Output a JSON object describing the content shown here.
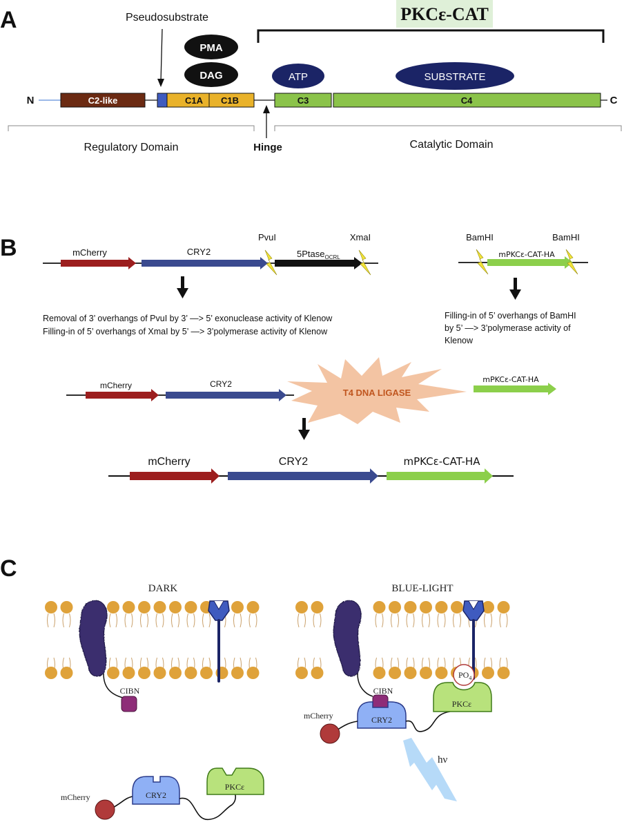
{
  "panel_a": {
    "panel_label": "A",
    "cat_title": "PKCε-CAT",
    "pseudosubstrate": "Pseudosubstrate",
    "n_term": "N",
    "c_term": "C",
    "pma": "PMA",
    "dag": "DAG",
    "atp": "ATP",
    "substrate": "SUBSTRATE",
    "c2like": "C2-like",
    "c1a": "C1A",
    "c1b": "C1B",
    "c3": "C3",
    "c4": "C4",
    "regulatory": "Regulatory Domain",
    "hinge": "Hinge",
    "catalytic": "Catalytic Domain"
  },
  "panel_b": {
    "panel_label": "B",
    "mcherry": "mCherry",
    "cry2": "CRY2",
    "pvui": "PvuI",
    "xmai": "XmaI",
    "ptase": "5Ptase",
    "ptase_sub": "OCRL",
    "bamhi_left": "BamHI",
    "bamhi_right": "BamHI",
    "insert": "mPKCε-CAT-HA",
    "left_note_1": "Removal of 3’ overhangs of PvuI  by 3’ —> 5’ exonuclease activity of Klenow",
    "left_note_2": "Filling-in of 5’ overhangs of XmaI by 5’ —> 3’polymerase activity of Klenow",
    "right_note_1": "Filling-in of 5’ overhangs of BamHI",
    "right_note_2": "by 5’ —> 3’polymerase activity of",
    "right_note_3": "Klenow",
    "ligase": "T4 DNA LIGASE",
    "mid_mcherry": "mCherry",
    "mid_cry2": "CRY2",
    "mid_insert": "mPKCε-CAT-HA",
    "final_mcherry": "mCherry",
    "final_cry2": "CRY2",
    "final_insert": "mPKCε-CAT-HA"
  },
  "panel_c": {
    "panel_label": "C",
    "dark": "DARK",
    "blue_light": "BLUE-LIGHT",
    "cibn_dark": "CIBN",
    "cibn_light": "CIBN",
    "mcherry_light": "mCherry",
    "cry2_light": "CRY2",
    "pkce_light": "PKCε",
    "po4": "PO",
    "po4_sub": "4",
    "hv": "hν",
    "mcherry_dark": "mCherry",
    "cry2_dark": "CRY2",
    "pkce_dark": "PKCε"
  },
  "colors": {
    "c2like": "#6b2a12",
    "pseudo": "#3f5bbf",
    "c1": "#e9b22a",
    "catalytic": "#8bc34a",
    "ellipse_black": "#111111",
    "ellipse_navy": "#1b2466",
    "cat_title_bg": "#dff0d8",
    "mcherry_arrow": "#9c1e1e",
    "cry2_arrow": "#3a4a8f",
    "insert_arrow": "#8ccf4b",
    "lightning": "#f2e43a",
    "starburst": "#f3c4a3",
    "ligase_text": "#c0561f",
    "lipid_head": "#dfa23a",
    "channel": "#3a2f6e",
    "receptor": "#3f5bbf",
    "cibn": "#8e2d78",
    "cry2_fill": "#8fb0f5",
    "pkce_fill": "#b8e27c",
    "mcherry_ball": "#b03a3a",
    "light_bolt": "#a9d4f7"
  }
}
